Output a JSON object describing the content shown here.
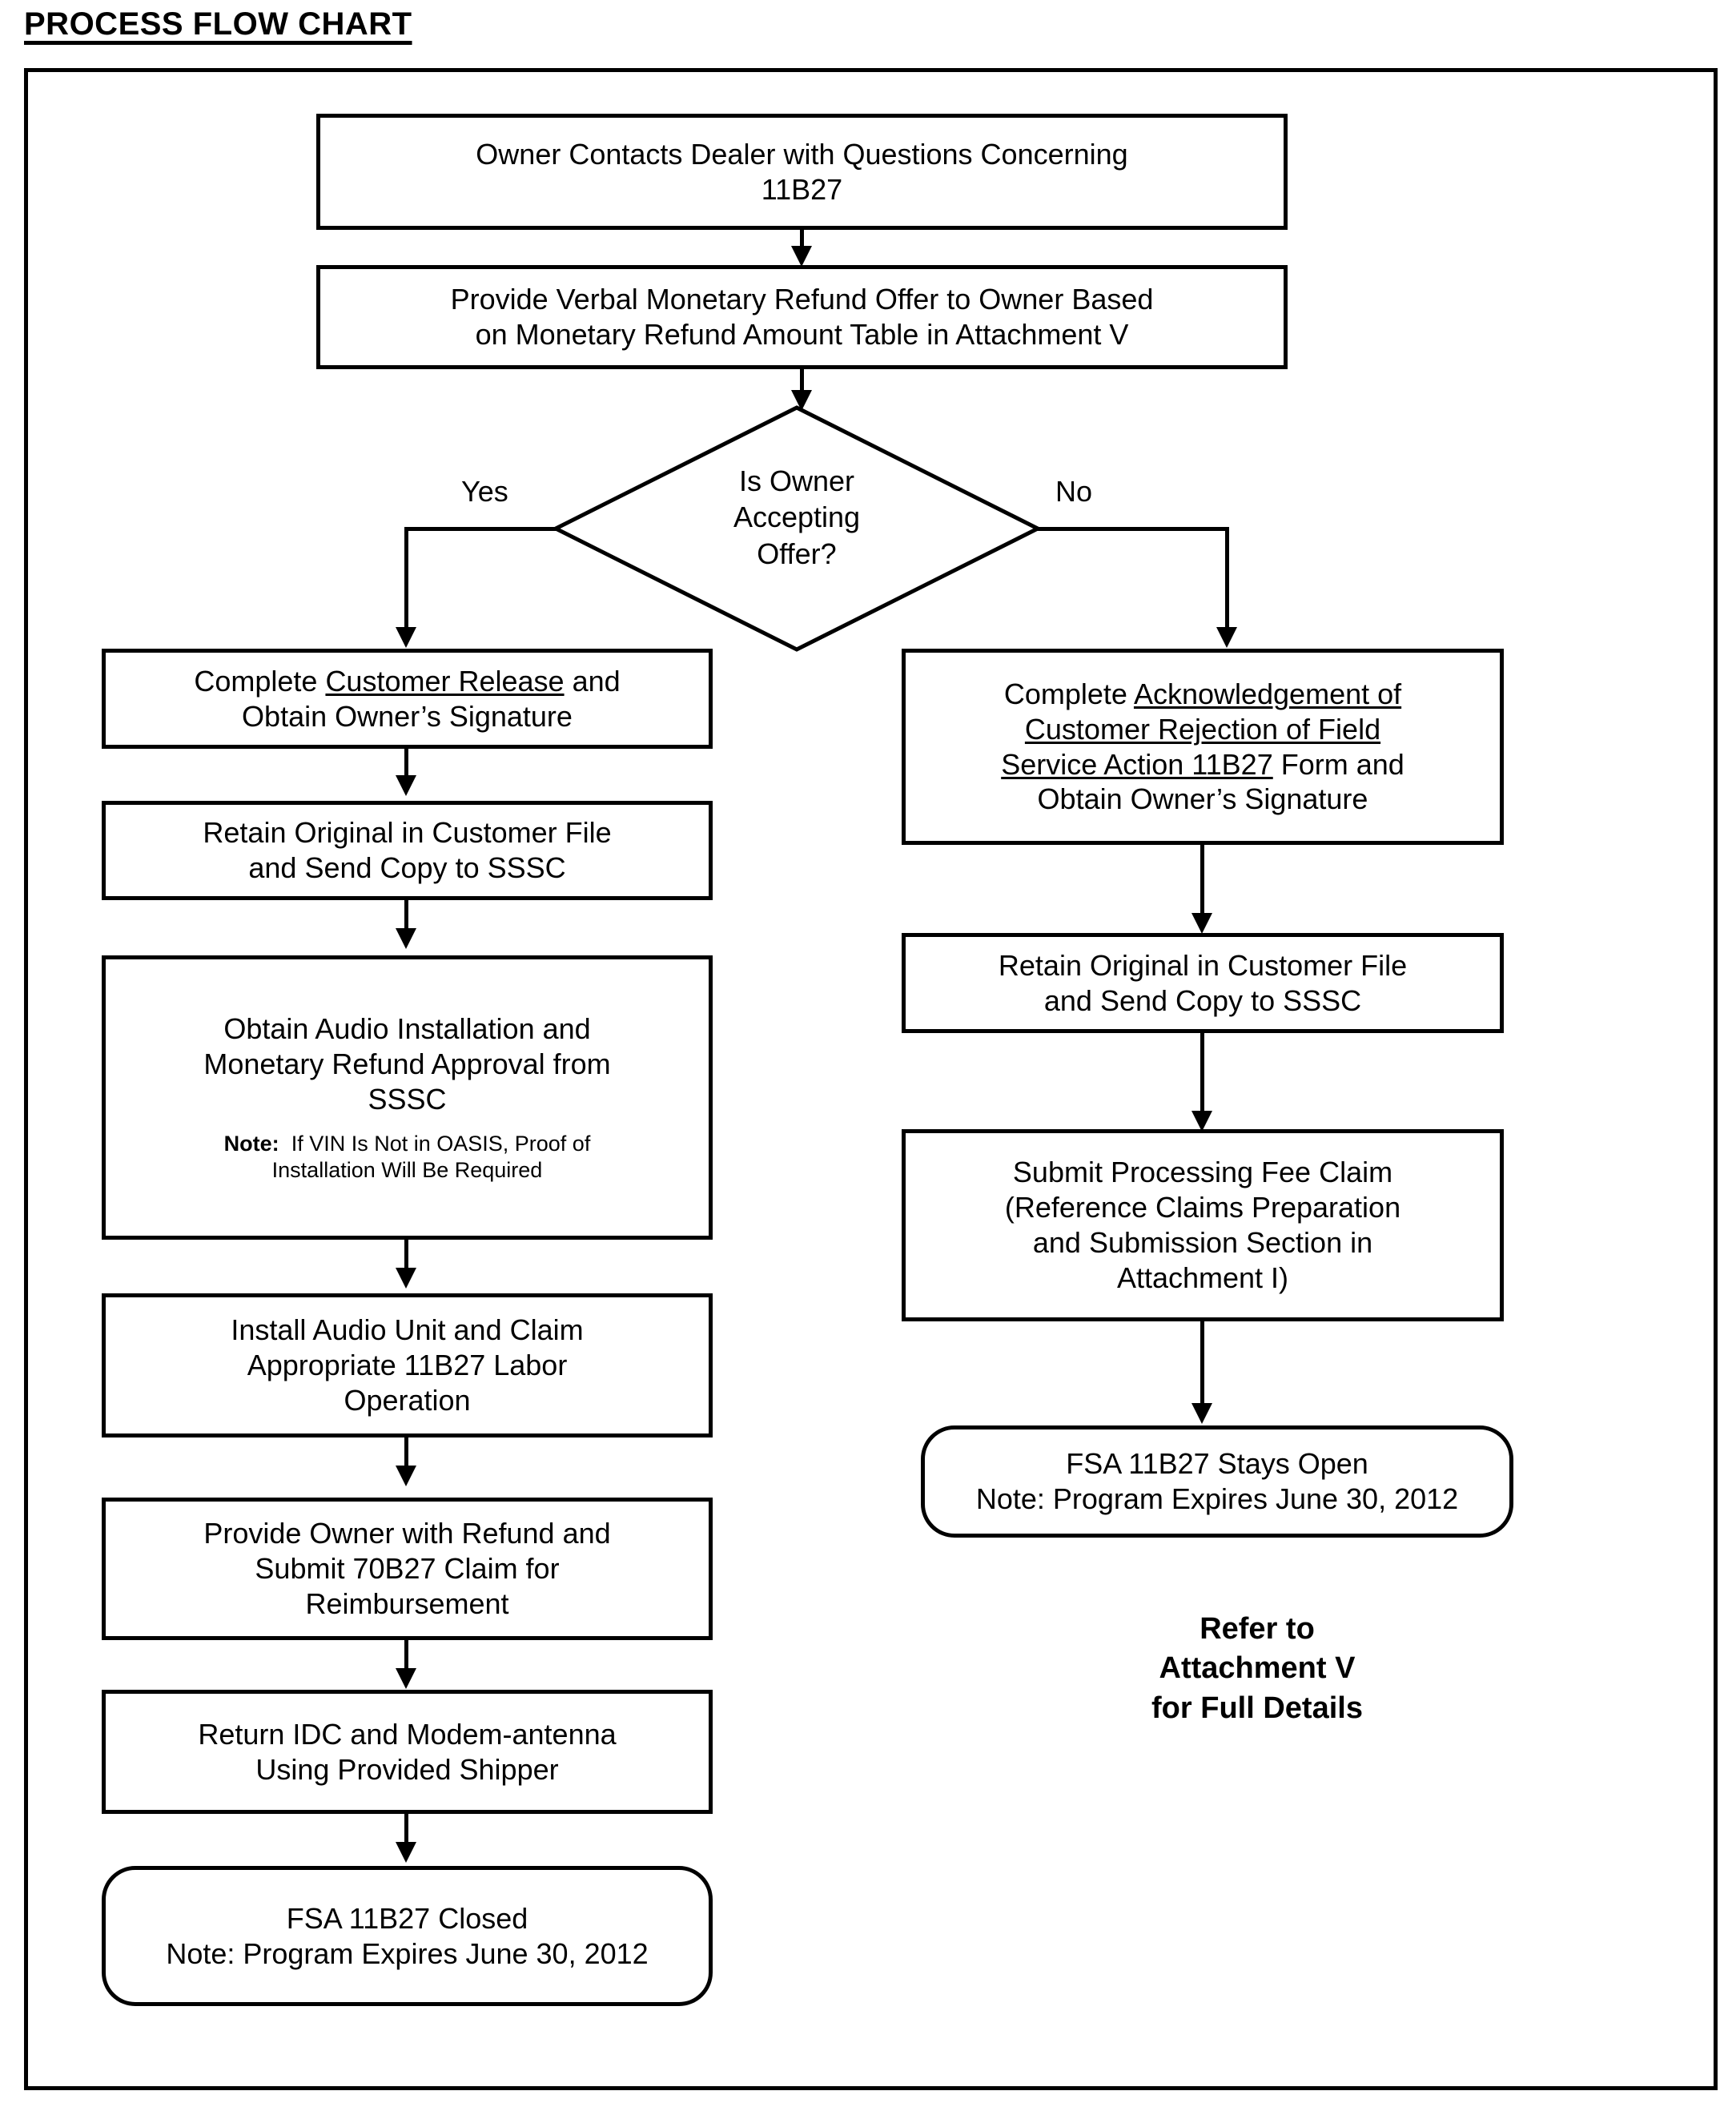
{
  "title": "PROCESS FLOW CHART",
  "decision": {
    "label_line1": "Is Owner",
    "label_line2": "Accepting",
    "label_line3": "Offer?",
    "yes_label": "Yes",
    "no_label": "No"
  },
  "nodes": {
    "start": {
      "line1": "Owner Contacts Dealer with Questions Concerning",
      "line2": "11B27"
    },
    "offer": {
      "line1": "Provide Verbal Monetary Refund Offer to Owner Based",
      "line2": "on Monetary Refund Amount Table in Attachment V"
    },
    "yes_1": {
      "line1_a": "Complete ",
      "line1_u": "Customer Release",
      "line1_b": " and",
      "line2": "Obtain Owner’s Signature"
    },
    "yes_2": {
      "line1": "Retain Original in Customer File",
      "line2": "and Send Copy to SSSC"
    },
    "yes_3": {
      "line1": "Obtain Audio Installation and",
      "line2": "Monetary Refund Approval from",
      "line3": "SSSC",
      "note_lead": "Note:",
      "note_line1": "If VIN Is Not in OASIS, Proof of",
      "note_line2": "Installation Will Be Required"
    },
    "yes_4": {
      "line1": "Install Audio Unit and Claim",
      "line2": "Appropriate 11B27 Labor",
      "line3": "Operation"
    },
    "yes_5": {
      "line1": "Provide Owner with Refund and",
      "line2": "Submit 70B27 Claim for",
      "line3": "Reimbursement"
    },
    "yes_6": {
      "line1": "Return IDC and Modem-antenna",
      "line2": "Using Provided Shipper"
    },
    "yes_end": {
      "line1": "FSA 11B27 Closed",
      "note": "Note:  Program Expires June 30, 2012"
    },
    "no_1": {
      "line1_a": "Complete ",
      "line1_u": "Acknowledgement of",
      "line2_u": "Customer Rejection of Field",
      "line3_u": "Service Action 11B27",
      "line3_b": " Form and",
      "line4": "Obtain Owner’s Signature"
    },
    "no_2": {
      "line1": "Retain Original in Customer File",
      "line2": "and Send Copy to SSSC"
    },
    "no_3": {
      "line1": "Submit Processing Fee Claim",
      "line2": "(Reference Claims Preparation",
      "line3": "and Submission Section in",
      "line4": "Attachment I)"
    },
    "no_end": {
      "line1": "FSA 11B27 Stays Open",
      "note": "Note:  Program Expires June 30, 2012"
    }
  },
  "refer_note": {
    "line1": "Refer to",
    "line2": "Attachment V",
    "line3": "for Full Details"
  },
  "colors": {
    "stroke": "#000000",
    "background": "#ffffff"
  }
}
